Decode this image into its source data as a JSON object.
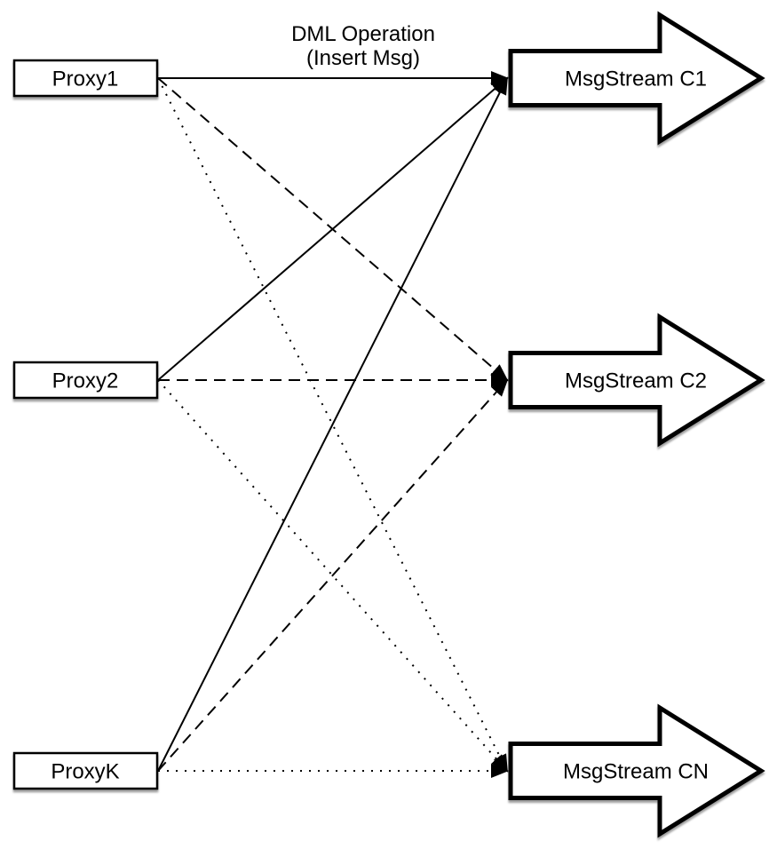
{
  "title": {
    "line1": "DML Operation",
    "line2": "(Insert Msg)"
  },
  "proxies": [
    {
      "label": "Proxy1"
    },
    {
      "label": "Proxy2"
    },
    {
      "label": "ProxyK"
    }
  ],
  "streams": [
    {
      "label": "MsgStream C1"
    },
    {
      "label": "MsgStream C2"
    },
    {
      "label": "MsgStream CN"
    }
  ],
  "connections": [
    {
      "from": "Proxy1",
      "to": "MsgStream C1",
      "style": "solid"
    },
    {
      "from": "Proxy2",
      "to": "MsgStream C1",
      "style": "solid"
    },
    {
      "from": "ProxyK",
      "to": "MsgStream C1",
      "style": "solid"
    },
    {
      "from": "Proxy1",
      "to": "MsgStream C2",
      "style": "dashed"
    },
    {
      "from": "Proxy2",
      "to": "MsgStream C2",
      "style": "dashed"
    },
    {
      "from": "ProxyK",
      "to": "MsgStream C2",
      "style": "dashed"
    },
    {
      "from": "Proxy1",
      "to": "MsgStream CN",
      "style": "dotted"
    },
    {
      "from": "Proxy2",
      "to": "MsgStream CN",
      "style": "dotted"
    },
    {
      "from": "ProxyK",
      "to": "MsgStream CN",
      "style": "dotted"
    }
  ],
  "colors": {
    "stroke": "#000000",
    "fill": "#ffffff",
    "background": "#ffffff",
    "shadow": "#999999"
  }
}
